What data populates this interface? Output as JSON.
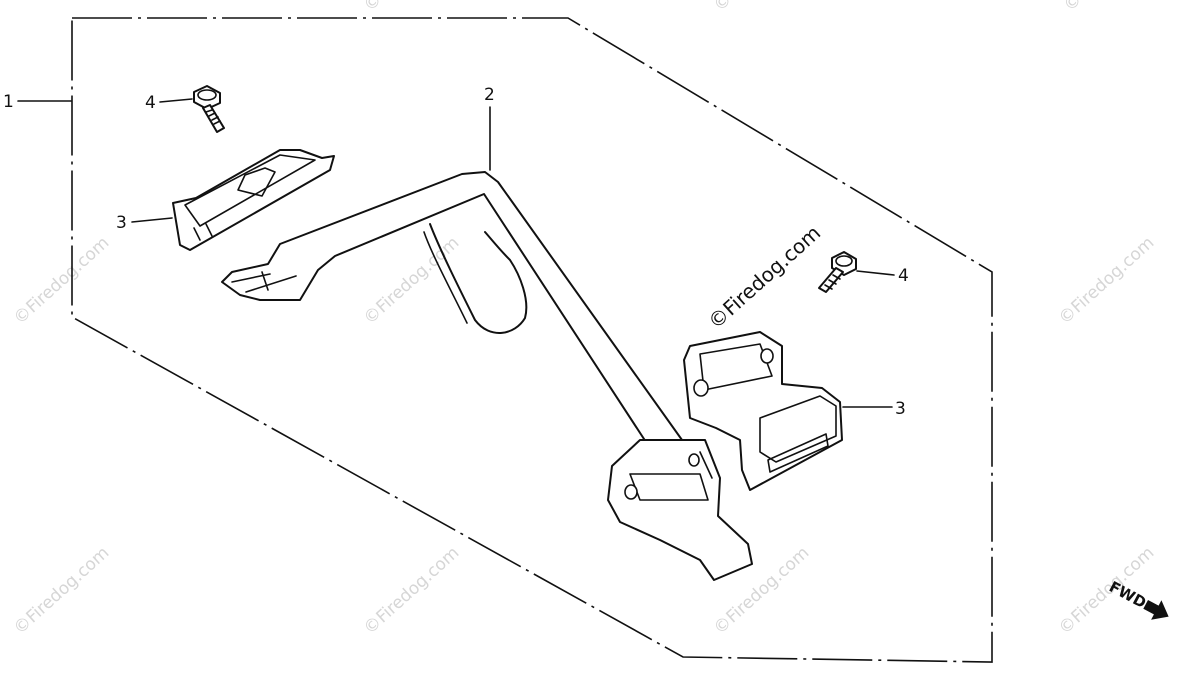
{
  "callouts": {
    "c1": "1",
    "c2": "2",
    "c3_left": "3",
    "c3_right": "3",
    "c4_left": "4",
    "c4_right": "4"
  },
  "copyright_label": "©Firedog.com",
  "watermark_text": "©Firedog.com",
  "fwd_label": "FWD",
  "icons": {
    "forward_arrow": "arrow-right-icon"
  }
}
